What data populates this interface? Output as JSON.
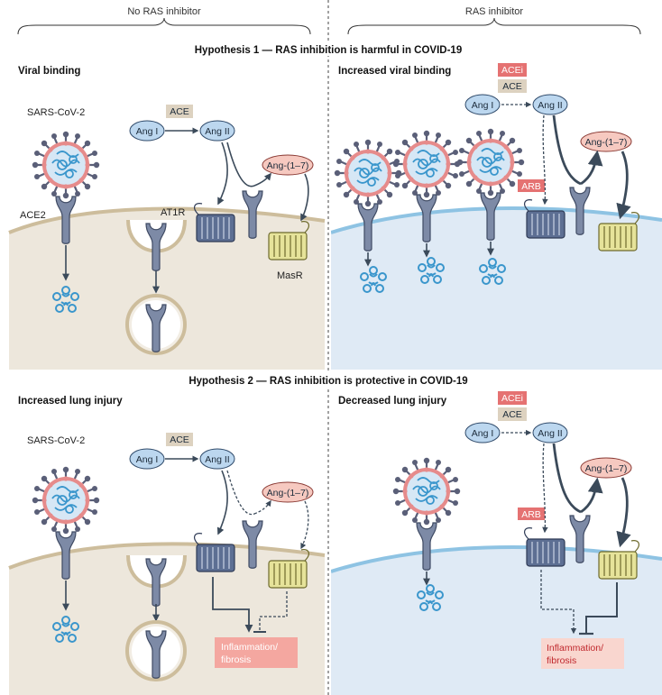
{
  "headers": {
    "left": "No RAS inhibitor",
    "right": "RAS inhibitor"
  },
  "hypothesis1": {
    "title": "Hypothesis 1 — RAS inhibition is harmful in COVID-19",
    "left_title": "Viral binding",
    "right_title": "Increased viral binding"
  },
  "hypothesis2": {
    "title": "Hypothesis 2 — RAS inhibition is protective in COVID-19",
    "left_title": "Increased lung injury",
    "right_title": "Decreased lung injury"
  },
  "labels": {
    "virus": "SARS-CoV-2",
    "ace2": "ACE2",
    "at1r": "AT1R",
    "masr": "MasR",
    "ace": "ACE",
    "acei": "ACEi",
    "arb": "ARB",
    "ang1": "Ang I",
    "ang2": "Ang II",
    "ang17": "Ang-(1–7)",
    "inflammation_line1": "Inflammation/",
    "inflammation_line2": "fibrosis"
  },
  "colors": {
    "cell_untreated": "#ede7dc",
    "cell_treated": "#dfeaf5",
    "membrane_untreated": "#cdbd9c",
    "membrane_treated": "#8ec3e3",
    "receptor": "#7d8aa6",
    "at1r_fill": "#5d6f93",
    "masr_fill": "#e6e39a",
    "ang_node": "#bcd7ef",
    "ang17_node": "#f6c9c0",
    "ace_box": "#ddd2c0",
    "inhibitor_box": "#e57272",
    "inflammation_box": "#f4a7a0",
    "virus_envelope": "#d6e7f5",
    "virus_spike": "#5a5f78",
    "virus_spike_tip": "#e68b8b",
    "rna": "#3a96cc",
    "arrow": "#3b4a5a"
  }
}
